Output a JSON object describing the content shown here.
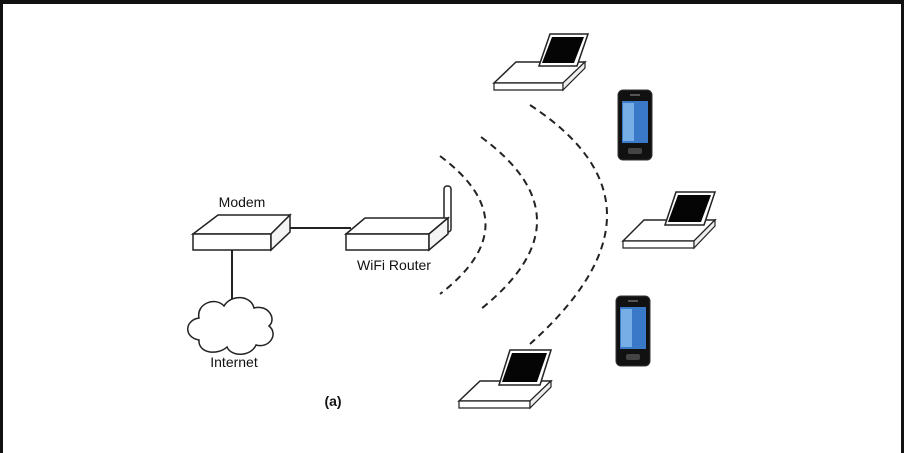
{
  "diagram": {
    "labels": {
      "modem": "Modem",
      "router": "WiFi Router",
      "internet": "Internet",
      "caption": "(a)"
    },
    "devices": [
      {
        "kind": "laptop"
      },
      {
        "kind": "phone"
      },
      {
        "kind": "laptop"
      },
      {
        "kind": "phone"
      },
      {
        "kind": "laptop"
      }
    ],
    "colors": {
      "border": "#111111",
      "screen": "#050505",
      "phone_screen": "#3a78c8",
      "outline": "#222222",
      "device_fill": "#ffffff",
      "signal_arc": "#222222"
    }
  }
}
